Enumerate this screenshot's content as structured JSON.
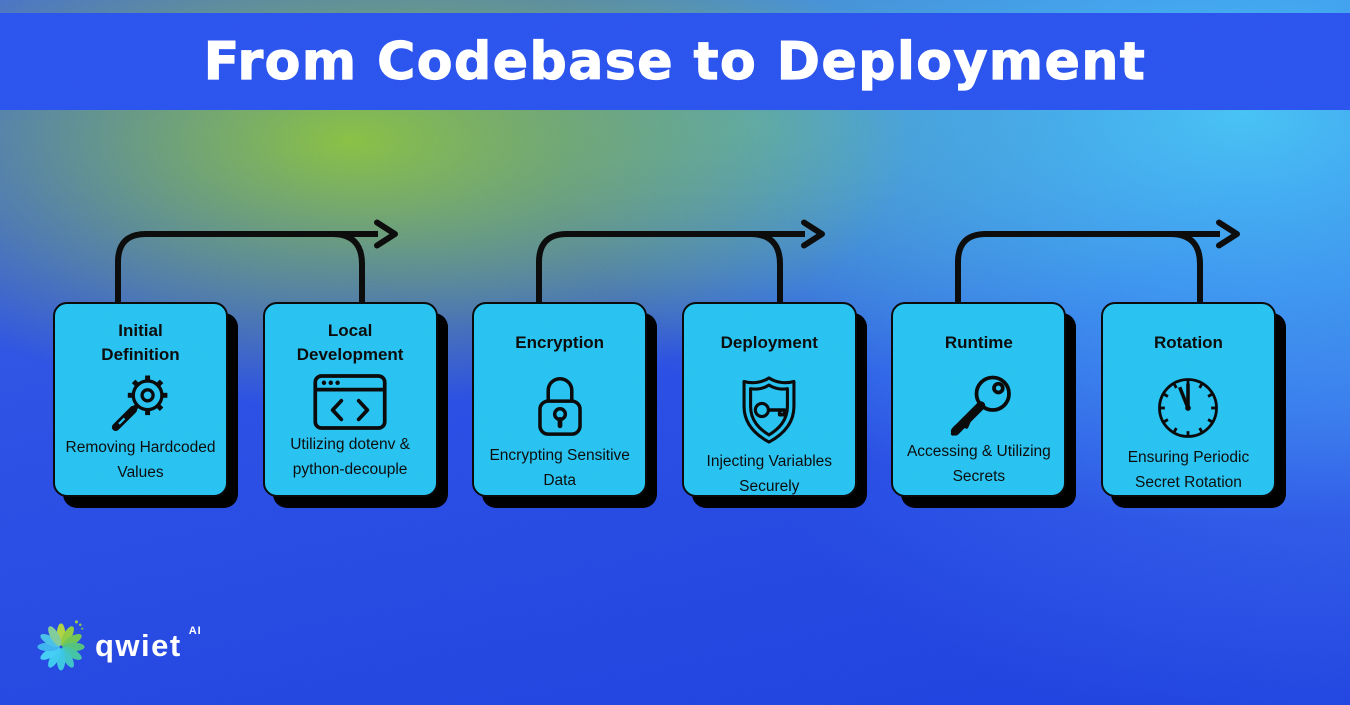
{
  "header": {
    "title": "From Codebase to Deployment"
  },
  "stages": [
    {
      "title": "Initial Definition",
      "icon": "gear-wrench-icon",
      "description": "Removing Hardcoded Values"
    },
    {
      "title": "Local Development",
      "icon": "code-window-icon",
      "description": "Utilizing dotenv & python-decouple"
    },
    {
      "title": "Encryption",
      "icon": "padlock-icon",
      "description": "Encrypting Sensitive Data"
    },
    {
      "title": "Deployment",
      "icon": "shield-key-icon",
      "description": "Injecting Variables Securely"
    },
    {
      "title": "Runtime",
      "icon": "key-icon",
      "description": "Accessing & Utilizing Secrets"
    },
    {
      "title": "Rotation",
      "icon": "clock-icon",
      "description": "Ensuring Periodic Secret Rotation"
    }
  ],
  "logo": {
    "brand": "qwiet",
    "suffix": "AI"
  },
  "colors": {
    "header_bar": "#2b53ee",
    "card_fill": "#29c2f1",
    "card_border": "#0a0a0a",
    "card_shadow": "#000000",
    "arrow": "#0c0c0c",
    "title_text": "#ffffff",
    "bg_green": "#8bc53c",
    "bg_cyan": "#48c7f5",
    "bg_blue": "#2140df"
  }
}
